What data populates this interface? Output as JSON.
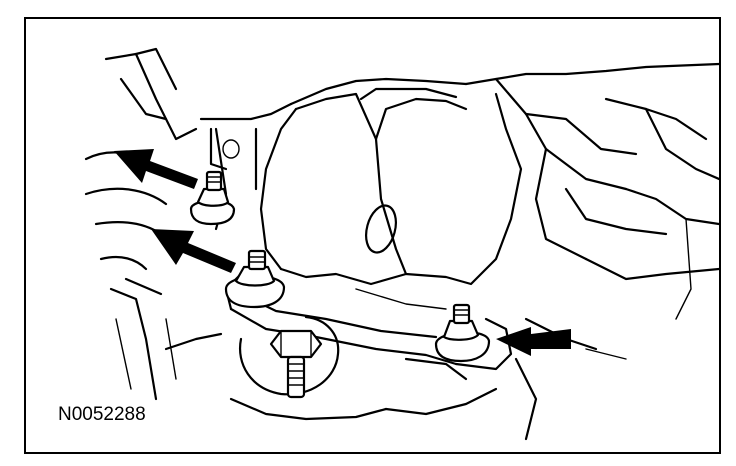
{
  "figure": {
    "id": "N0052288"
  },
  "colors": {
    "line": "#000000",
    "background": "#ffffff"
  },
  "callouts": [
    {
      "name": "upper-left-bolt",
      "icon": "arrow-icon"
    },
    {
      "name": "middle-left-bolt",
      "icon": "arrow-icon"
    },
    {
      "name": "right-bolt",
      "icon": "arrow-icon"
    }
  ]
}
